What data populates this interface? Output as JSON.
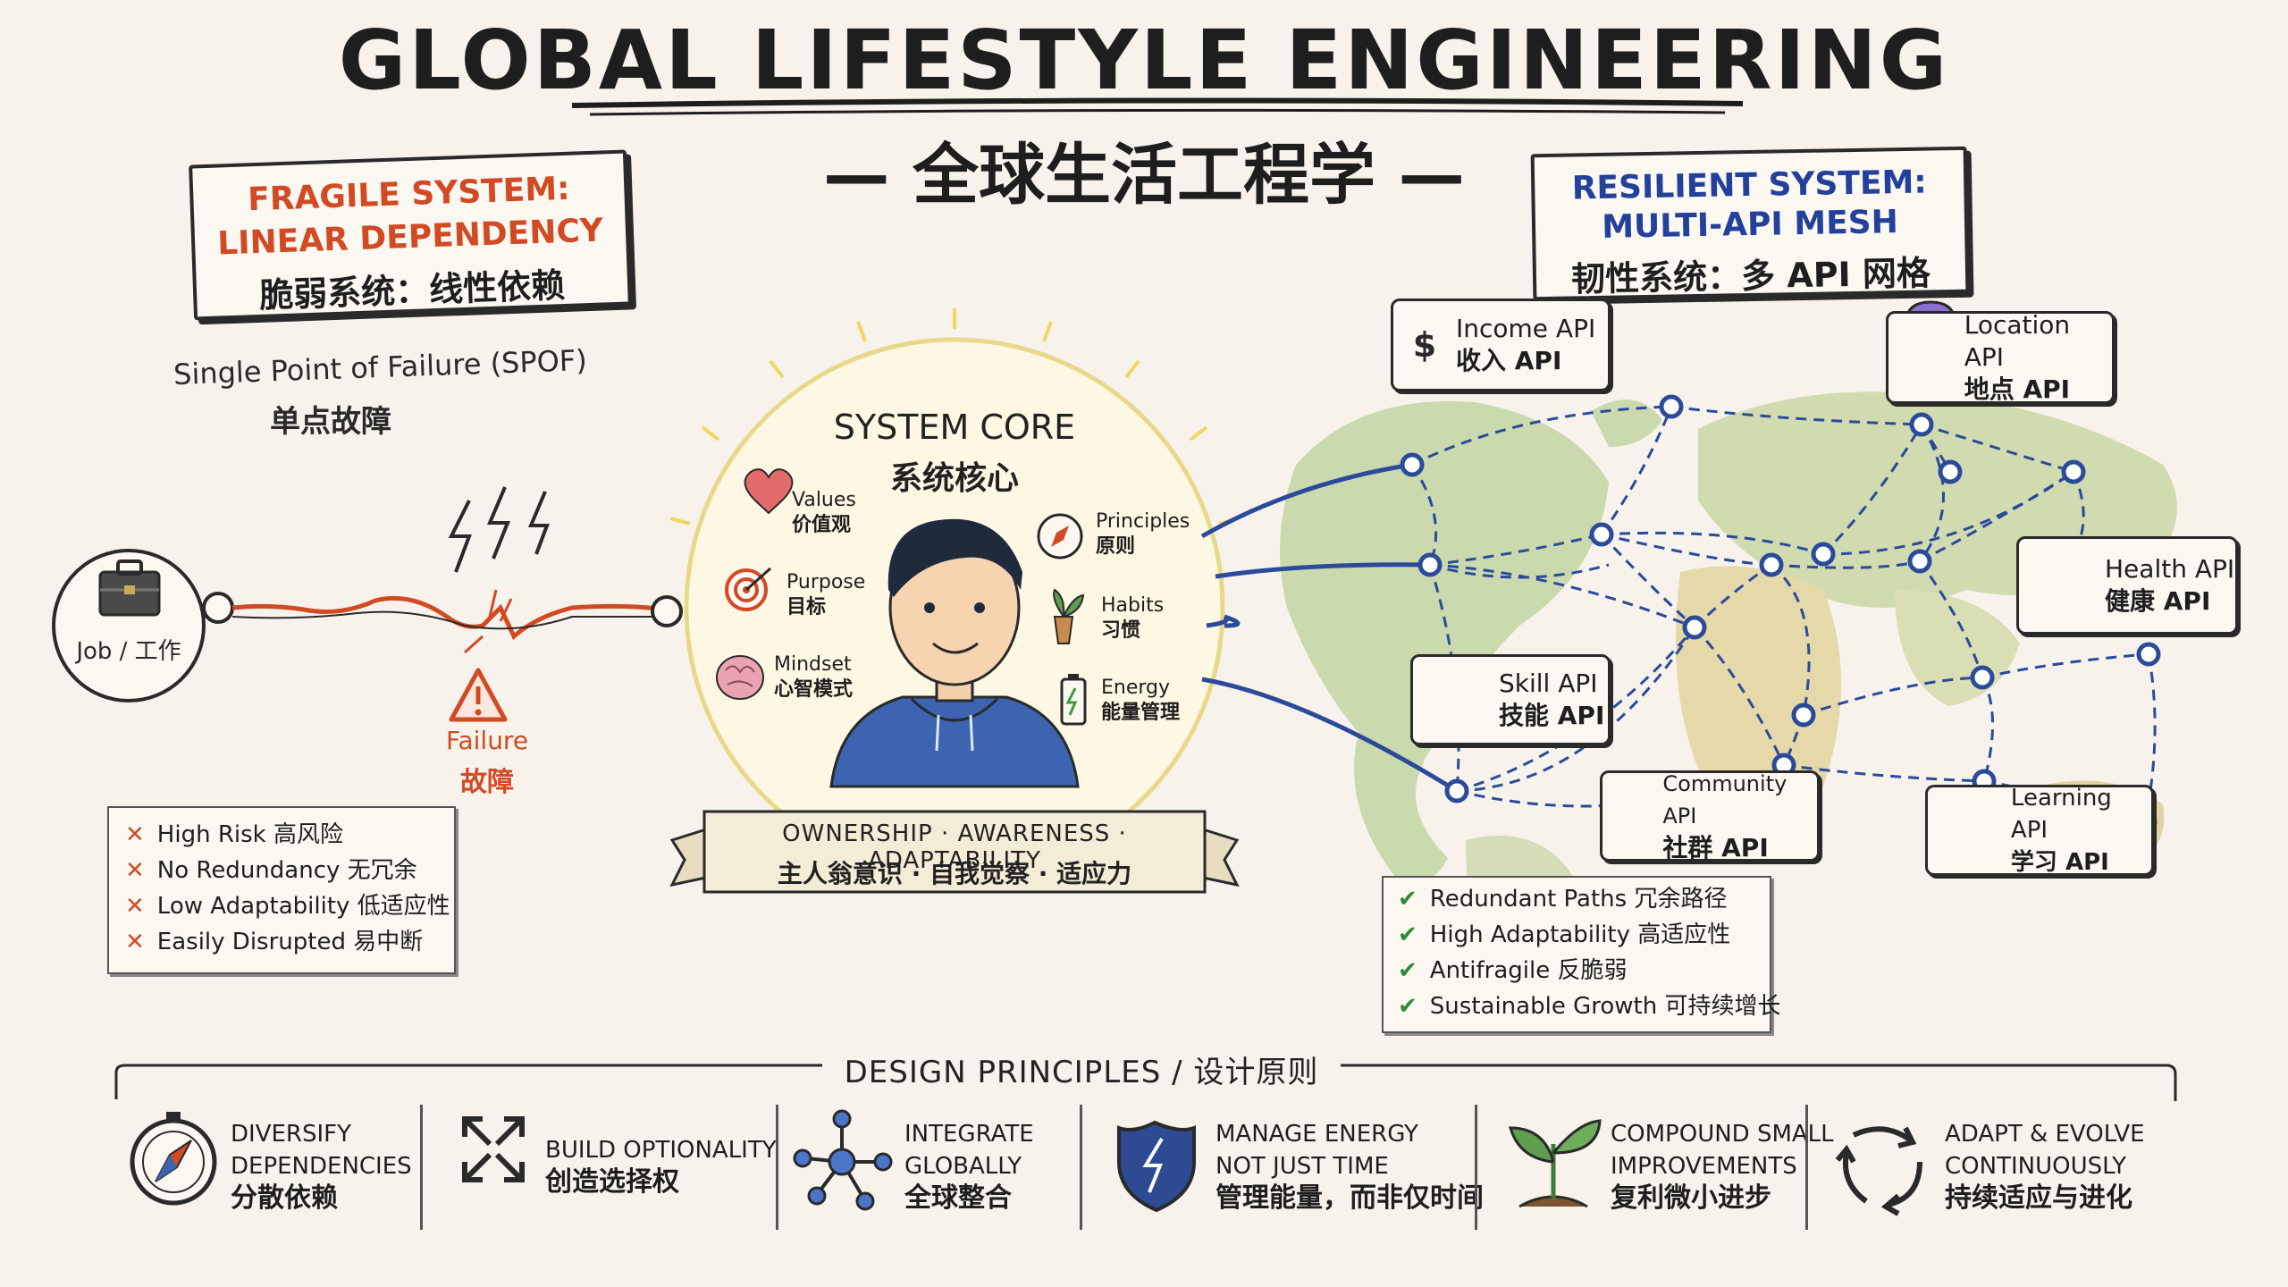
{
  "title": "GLOBAL LIFESTYLE ENGINEERING",
  "subtitle": "— 全球生活工程学 —",
  "fragile": {
    "title_line1": "FRAGILE SYSTEM:",
    "title_line2": "LINEAR DEPENDENCY",
    "title_zh": "脆弱系统：线性依赖",
    "spof": "Single Point of Failure (SPOF)",
    "spof_zh": "单点故障",
    "job_label": "Job / 工作",
    "failure": "Failure",
    "failure_zh": "故障",
    "risks": [
      "High Risk 高风险",
      "No Redundancy 无冗余",
      "Low Adaptability 低适应性",
      "Easily Disrupted 易中断"
    ]
  },
  "core": {
    "title": "SYSTEM CORE",
    "title_zh": "系统核心",
    "left_items": [
      {
        "en": "Values",
        "zh": "价值观",
        "icon": "heart-icon"
      },
      {
        "en": "Purpose",
        "zh": "目标",
        "icon": "target-icon"
      },
      {
        "en": "Mindset",
        "zh": "心智模式",
        "icon": "brain-icon"
      }
    ],
    "right_items": [
      {
        "en": "Principles",
        "zh": "原则",
        "icon": "compass-icon"
      },
      {
        "en": "Habits",
        "zh": "习惯",
        "icon": "plant-icon"
      },
      {
        "en": "Energy",
        "zh": "能量管理",
        "icon": "battery-icon"
      }
    ],
    "banner_en": "OWNERSHIP · AWARENESS · ADAPTABILITY",
    "banner_zh": "主人翁意识 · 自我觉察 · 适应力"
  },
  "resilient": {
    "title_line1": "RESILIENT SYSTEM:",
    "title_line2": "MULTI-API MESH",
    "title_zh": "韧性系统：多 API 网格",
    "apis": {
      "income": {
        "en": "Income API",
        "zh": "收入 API"
      },
      "location": {
        "en": "Location API",
        "zh": "地点 API"
      },
      "health": {
        "en": "Health API",
        "zh": "健康 API"
      },
      "skill": {
        "en": "Skill API",
        "zh": "技能 API"
      },
      "community": {
        "en": "Community API",
        "zh": "社群 API"
      },
      "learning": {
        "en": "Learning API",
        "zh": "学习 API"
      }
    },
    "benefits": [
      "Redundant Paths 冗余路径",
      "High Adaptability 高适应性",
      "Antifragile 反脆弱",
      "Sustainable Growth 可持续增长"
    ]
  },
  "principles": {
    "header": "DESIGN PRINCIPLES / 设计原则",
    "items": [
      {
        "en1": "DIVERSIFY",
        "en2": "DEPENDENCIES",
        "zh": "分散依赖",
        "icon": "compass-icon"
      },
      {
        "en1": "BUILD OPTIONALITY",
        "en2": "",
        "zh": "创造选择权",
        "icon": "expand-arrows-icon"
      },
      {
        "en1": "INTEGRATE",
        "en2": "GLOBALLY",
        "zh": "全球整合",
        "icon": "network-icon"
      },
      {
        "en1": "MANAGE ENERGY",
        "en2": "NOT JUST TIME",
        "zh": "管理能量，而非仅时间",
        "icon": "shield-icon"
      },
      {
        "en1": "COMPOUND SMALL",
        "en2": "IMPROVEMENTS",
        "zh": "复利微小进步",
        "icon": "sprout-icon"
      },
      {
        "en1": "ADAPT & EVOLVE",
        "en2": "CONTINUOUSLY",
        "zh": "持续适应与进化",
        "icon": "cycle-icon"
      }
    ]
  },
  "colors": {
    "fragile": "#d24a24",
    "resilient": "#23409a",
    "check": "#2f8a3a",
    "ink": "#2a2a2a",
    "paper": "#f7f3ec"
  }
}
